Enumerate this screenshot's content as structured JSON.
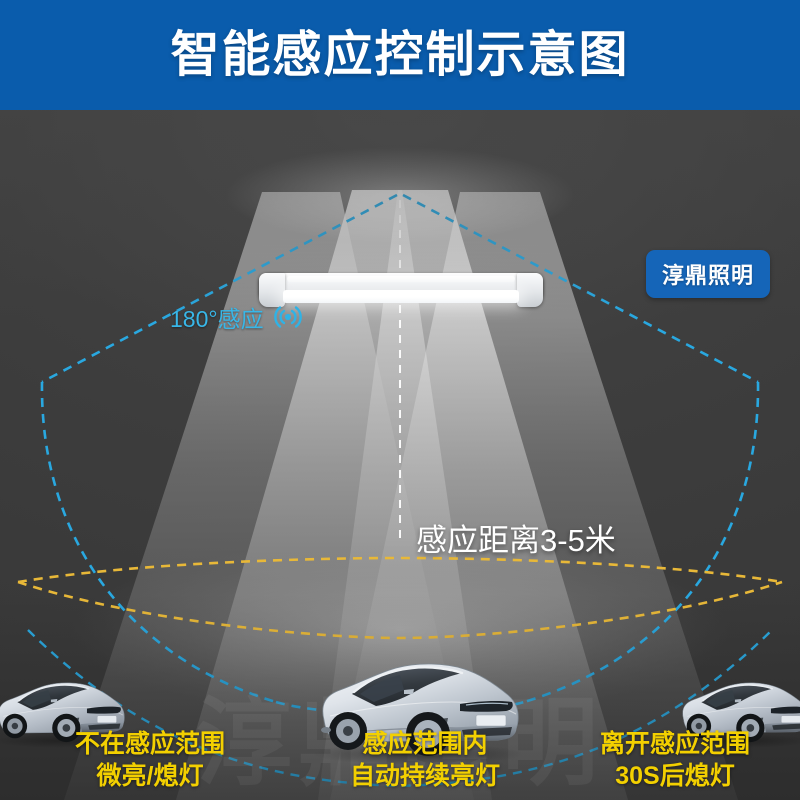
{
  "banner": {
    "title": "智能感应控制示意图",
    "background_color": "#0a5cac",
    "text_color": "#ffffff"
  },
  "brand": {
    "badge_label": "淳鼎照明",
    "badge_color": "#1565b8",
    "watermark_label": "淳鼎照明"
  },
  "scene": {
    "background_color": "#3d3d3d",
    "light_cone_color": "#969696",
    "sensor_zone_color": "#29a8e0",
    "ground_ellipse_color": "#e8b838",
    "center_line_color": "#ffffff"
  },
  "sensor": {
    "label": "180°感应",
    "label_color": "#38b7e8",
    "icon": "signal-wave-icon"
  },
  "distance": {
    "label": "感应距离3-5米",
    "label_color": "#ffffff"
  },
  "fixture": {
    "name": "led-tube-light",
    "body_color": "#f2f4f6",
    "tube_color": "#ffffff"
  },
  "captions": [
    {
      "id": "out-of-range",
      "line1": "不在感应范围",
      "line2": "微亮/熄灯",
      "color": "#f3d000"
    },
    {
      "id": "in-range",
      "line1": "感应范围内",
      "line2": "自动持续亮灯",
      "color": "#f3d000"
    },
    {
      "id": "leaving-range",
      "line1": "离开感应范围",
      "line2": "30S后熄灯",
      "color": "#f3d000"
    }
  ],
  "cars": [
    {
      "id": "car-left",
      "position": "left",
      "state": "out-of-range"
    },
    {
      "id": "car-center",
      "position": "center",
      "state": "in-range"
    },
    {
      "id": "car-right",
      "position": "right",
      "state": "leaving-range"
    }
  ]
}
